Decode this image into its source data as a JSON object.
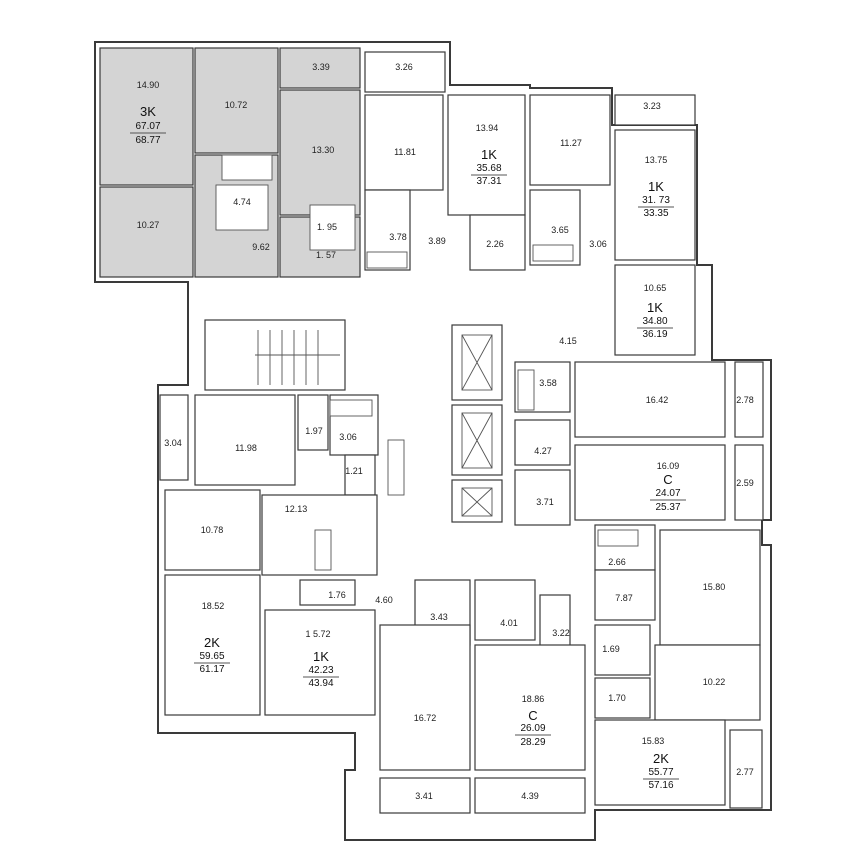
{
  "colors": {
    "wall": "#3a3a3a",
    "shade": "#d4d4d4",
    "background": "#ffffff"
  },
  "rooms": [
    {
      "id": "r1490",
      "label": "14.90"
    },
    {
      "id": "r1072",
      "label": "10.72"
    },
    {
      "id": "r339",
      "label": "3.39"
    },
    {
      "id": "r326",
      "label": "3.26"
    },
    {
      "id": "r1027",
      "label": "10.27"
    },
    {
      "id": "r474",
      "label": "4.74"
    },
    {
      "id": "r962",
      "label": "9.62"
    },
    {
      "id": "r1330",
      "label": "13.30"
    },
    {
      "id": "r195",
      "label": "1. 95"
    },
    {
      "id": "r157",
      "label": "1. 57"
    },
    {
      "id": "r1181",
      "label": "11.81"
    },
    {
      "id": "r378",
      "label": "3.78"
    },
    {
      "id": "r389",
      "label": "3.89"
    },
    {
      "id": "r1394",
      "label": "13.94"
    },
    {
      "id": "r226",
      "label": "2.26"
    },
    {
      "id": "r1127",
      "label": "11.27"
    },
    {
      "id": "r365",
      "label": "3.65"
    },
    {
      "id": "r306a",
      "label": "3.06"
    },
    {
      "id": "r323",
      "label": "3.23"
    },
    {
      "id": "r1375",
      "label": "13.75"
    },
    {
      "id": "r1065",
      "label": "10.65"
    },
    {
      "id": "r415",
      "label": "4.15"
    },
    {
      "id": "r358",
      "label": "3.58"
    },
    {
      "id": "r1642",
      "label": "16.42"
    },
    {
      "id": "r278",
      "label": "2.78"
    },
    {
      "id": "r427",
      "label": "4.27"
    },
    {
      "id": "r1609",
      "label": "16.09"
    },
    {
      "id": "r259",
      "label": "2.59"
    },
    {
      "id": "r371",
      "label": "3.71"
    },
    {
      "id": "r304",
      "label": "3.04"
    },
    {
      "id": "r1198",
      "label": "11.98"
    },
    {
      "id": "r197",
      "label": "1.97"
    },
    {
      "id": "r306b",
      "label": "3.06"
    },
    {
      "id": "r121",
      "label": "1.21"
    },
    {
      "id": "r1213",
      "label": "12.13"
    },
    {
      "id": "r1078",
      "label": "10.78"
    },
    {
      "id": "r1852",
      "label": "18.52"
    },
    {
      "id": "r176",
      "label": "1.76"
    },
    {
      "id": "r460",
      "label": "4.60"
    },
    {
      "id": "r1572",
      "label": "1 5.72"
    },
    {
      "id": "r343",
      "label": "3.43"
    },
    {
      "id": "r401",
      "label": "4.01"
    },
    {
      "id": "r322",
      "label": "3.22"
    },
    {
      "id": "r266",
      "label": "2.66"
    },
    {
      "id": "r787",
      "label": "7.87"
    },
    {
      "id": "r1580",
      "label": "15.80"
    },
    {
      "id": "r169",
      "label": "1.69"
    },
    {
      "id": "r170",
      "label": "1.70"
    },
    {
      "id": "r1022",
      "label": "10.22"
    },
    {
      "id": "r1886",
      "label": "18.86"
    },
    {
      "id": "r1672",
      "label": "16.72"
    },
    {
      "id": "r1583",
      "label": "15.83"
    },
    {
      "id": "r277",
      "label": "2.77"
    },
    {
      "id": "r341",
      "label": "3.41"
    },
    {
      "id": "r439",
      "label": "4.39"
    }
  ],
  "apartments": [
    {
      "id": "a3k",
      "type": "3K",
      "living": "67.07",
      "total": "68.77"
    },
    {
      "id": "a1k1",
      "type": "1K",
      "living": "35.68",
      "total": "37.31"
    },
    {
      "id": "a1k2",
      "type": "1K",
      "living": "31. 73",
      "total": "33.35"
    },
    {
      "id": "a1k3",
      "type": "1K",
      "living": "34.80",
      "total": "36.19"
    },
    {
      "id": "ac1",
      "type": "C",
      "living": "24.07",
      "total": "25.37"
    },
    {
      "id": "a2k1",
      "type": "2K",
      "living": "59.65",
      "total": "61.17"
    },
    {
      "id": "a1k4",
      "type": "1K",
      "living": "42.23",
      "total": "43.94"
    },
    {
      "id": "ac2",
      "type": "C",
      "living": "26.09",
      "total": "28.29"
    },
    {
      "id": "a2k2",
      "type": "2K",
      "living": "55.77",
      "total": "57.16"
    }
  ]
}
